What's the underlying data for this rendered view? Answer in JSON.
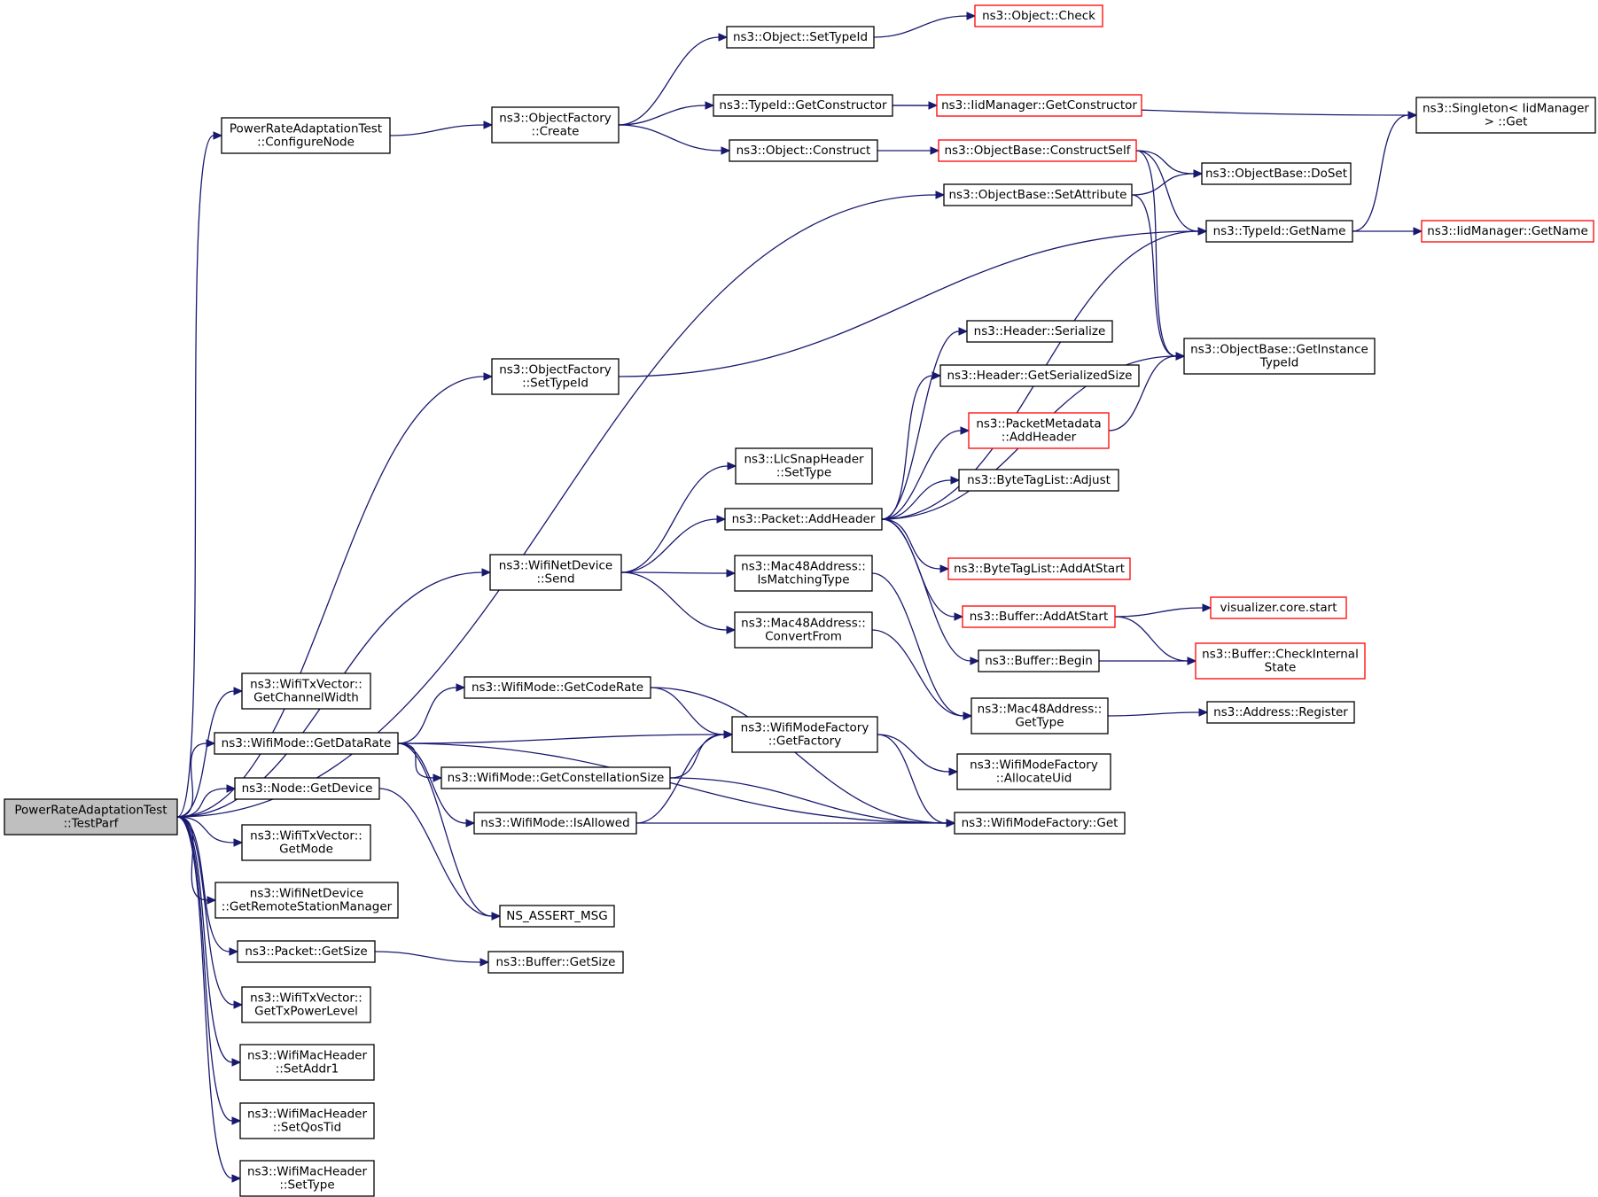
{
  "colors": {
    "edge": "#191970",
    "default_border": "#000000",
    "truncated_border": "#ff0000",
    "root_fill": "#bfbfbf"
  },
  "nodes": [
    {
      "id": "testparf",
      "lines": [
        "PowerRateAdaptationTest",
        "::TestParf"
      ],
      "style": "root"
    },
    {
      "id": "configurenode",
      "lines": [
        "PowerRateAdaptationTest",
        "::ConfigureNode"
      ],
      "style": "normal"
    },
    {
      "id": "objfactory_create",
      "lines": [
        "ns3::ObjectFactory",
        "::Create"
      ],
      "style": "normal"
    },
    {
      "id": "object_settypeid",
      "lines": [
        "ns3::Object::SetTypeId"
      ],
      "style": "normal"
    },
    {
      "id": "object_check",
      "lines": [
        "ns3::Object::Check"
      ],
      "style": "red"
    },
    {
      "id": "typeid_getconstructor",
      "lines": [
        "ns3::TypeId::GetConstructor"
      ],
      "style": "normal"
    },
    {
      "id": "iidmanager_getconstructor",
      "lines": [
        "ns3::IidManager::GetConstructor"
      ],
      "style": "red"
    },
    {
      "id": "singleton_get",
      "lines": [
        "ns3::Singleton< IidManager",
        "> ::Get"
      ],
      "style": "normal"
    },
    {
      "id": "object_construct",
      "lines": [
        "ns3::Object::Construct"
      ],
      "style": "normal"
    },
    {
      "id": "objectbase_constructself",
      "lines": [
        "ns3::ObjectBase::ConstructSelf"
      ],
      "style": "red"
    },
    {
      "id": "objectbase_doset",
      "lines": [
        "ns3::ObjectBase::DoSet"
      ],
      "style": "normal"
    },
    {
      "id": "objectbase_setattribute",
      "lines": [
        "ns3::ObjectBase::SetAttribute"
      ],
      "style": "normal"
    },
    {
      "id": "typeid_getname",
      "lines": [
        "ns3::TypeId::GetName"
      ],
      "style": "normal"
    },
    {
      "id": "iidmanager_getname",
      "lines": [
        "ns3::IidManager::GetName"
      ],
      "style": "red"
    },
    {
      "id": "objectbase_getinstancetypeid",
      "lines": [
        "ns3::ObjectBase::GetInstance",
        "TypeId"
      ],
      "style": "normal"
    },
    {
      "id": "header_serialize",
      "lines": [
        "ns3::Header::Serialize"
      ],
      "style": "normal"
    },
    {
      "id": "header_getserializedsize",
      "lines": [
        "ns3::Header::GetSerializedSize"
      ],
      "style": "normal"
    },
    {
      "id": "objfactory_settypeid",
      "lines": [
        "ns3::ObjectFactory",
        "::SetTypeId"
      ],
      "style": "normal"
    },
    {
      "id": "packetmetadata_addheader",
      "lines": [
        "ns3::PacketMetadata",
        "::AddHeader"
      ],
      "style": "red"
    },
    {
      "id": "llcsnapheader_settype",
      "lines": [
        "ns3::LlcSnapHeader",
        "::SetType"
      ],
      "style": "normal"
    },
    {
      "id": "bytetaglist_adjust",
      "lines": [
        "ns3::ByteTagList::Adjust"
      ],
      "style": "normal"
    },
    {
      "id": "packet_addheader",
      "lines": [
        "ns3::Packet::AddHeader"
      ],
      "style": "normal"
    },
    {
      "id": "wifinetdevice_send",
      "lines": [
        "ns3::WifiNetDevice",
        "::Send"
      ],
      "style": "normal"
    },
    {
      "id": "mac48_ismatchingtype",
      "lines": [
        "ns3::Mac48Address::",
        "IsMatchingType"
      ],
      "style": "normal"
    },
    {
      "id": "bytetaglist_addatstart",
      "lines": [
        "ns3::ByteTagList::AddAtStart"
      ],
      "style": "red"
    },
    {
      "id": "buffer_addatstart",
      "lines": [
        "ns3::Buffer::AddAtStart"
      ],
      "style": "red"
    },
    {
      "id": "visualizer_core_start",
      "lines": [
        "visualizer.core.start"
      ],
      "style": "red"
    },
    {
      "id": "mac48_convertfrom",
      "lines": [
        "ns3::Mac48Address::",
        "ConvertFrom"
      ],
      "style": "normal"
    },
    {
      "id": "buffer_checkinternalstate",
      "lines": [
        "ns3::Buffer::CheckInternal",
        "State"
      ],
      "style": "red"
    },
    {
      "id": "buffer_begin",
      "lines": [
        "ns3::Buffer::Begin"
      ],
      "style": "normal"
    },
    {
      "id": "wifitxvector_getchannelwidth",
      "lines": [
        "ns3::WifiTxVector::",
        "GetChannelWidth"
      ],
      "style": "normal"
    },
    {
      "id": "wifimode_getcoderate",
      "lines": [
        "ns3::WifiMode::GetCodeRate"
      ],
      "style": "normal"
    },
    {
      "id": "mac48_gettype",
      "lines": [
        "ns3::Mac48Address::",
        "GetType"
      ],
      "style": "normal"
    },
    {
      "id": "address_register",
      "lines": [
        "ns3::Address::Register"
      ],
      "style": "normal"
    },
    {
      "id": "wifimodefactory_getfactory",
      "lines": [
        "ns3::WifiModeFactory",
        "::GetFactory"
      ],
      "style": "normal"
    },
    {
      "id": "wifimode_getdatarate",
      "lines": [
        "ns3::WifiMode::GetDataRate"
      ],
      "style": "normal"
    },
    {
      "id": "wifimodefactory_allocateuid",
      "lines": [
        "ns3::WifiModeFactory",
        "::AllocateUid"
      ],
      "style": "normal"
    },
    {
      "id": "wifimode_getconstellationsize",
      "lines": [
        "ns3::WifiMode::GetConstellationSize"
      ],
      "style": "normal"
    },
    {
      "id": "node_getdevice",
      "lines": [
        "ns3::Node::GetDevice"
      ],
      "style": "normal"
    },
    {
      "id": "wifimode_isallowed",
      "lines": [
        "ns3::WifiMode::IsAllowed"
      ],
      "style": "normal"
    },
    {
      "id": "wifimodefactory_get",
      "lines": [
        "ns3::WifiModeFactory::Get"
      ],
      "style": "normal"
    },
    {
      "id": "wifitxvector_getmode",
      "lines": [
        "ns3::WifiTxVector::",
        "GetMode"
      ],
      "style": "normal"
    },
    {
      "id": "wifinetdevice_getremotestationmanager",
      "lines": [
        "ns3::WifiNetDevice",
        "::GetRemoteStationManager"
      ],
      "style": "normal"
    },
    {
      "id": "ns_assert_msg",
      "lines": [
        "NS_ASSERT_MSG"
      ],
      "style": "normal"
    },
    {
      "id": "packet_getsize",
      "lines": [
        "ns3::Packet::GetSize"
      ],
      "style": "normal"
    },
    {
      "id": "buffer_getsize",
      "lines": [
        "ns3::Buffer::GetSize"
      ],
      "style": "normal"
    },
    {
      "id": "wifitxvector_gettxpowerlevel",
      "lines": [
        "ns3::WifiTxVector::",
        "GetTxPowerLevel"
      ],
      "style": "normal"
    },
    {
      "id": "wifimacheader_setaddr1",
      "lines": [
        "ns3::WifiMacHeader",
        "::SetAddr1"
      ],
      "style": "normal"
    },
    {
      "id": "wifimacheader_setqostid",
      "lines": [
        "ns3::WifiMacHeader",
        "::SetQosTid"
      ],
      "style": "normal"
    },
    {
      "id": "wifimacheader_settype",
      "lines": [
        "ns3::WifiMacHeader",
        "::SetType"
      ],
      "style": "normal"
    }
  ],
  "edges": [
    [
      "testparf",
      "configurenode"
    ],
    [
      "testparf",
      "objectbase_setattribute"
    ],
    [
      "testparf",
      "objfactory_settypeid"
    ],
    [
      "testparf",
      "wifinetdevice_send"
    ],
    [
      "testparf",
      "wifitxvector_getchannelwidth"
    ],
    [
      "testparf",
      "wifimode_getdatarate"
    ],
    [
      "testparf",
      "node_getdevice"
    ],
    [
      "testparf",
      "wifitxvector_getmode"
    ],
    [
      "testparf",
      "wifinetdevice_getremotestationmanager"
    ],
    [
      "testparf",
      "packet_getsize"
    ],
    [
      "testparf",
      "wifitxvector_gettxpowerlevel"
    ],
    [
      "testparf",
      "wifimacheader_setaddr1"
    ],
    [
      "testparf",
      "wifimacheader_setqostid"
    ],
    [
      "testparf",
      "wifimacheader_settype"
    ],
    [
      "configurenode",
      "objfactory_create"
    ],
    [
      "objfactory_create",
      "object_settypeid"
    ],
    [
      "objfactory_create",
      "typeid_getconstructor"
    ],
    [
      "objfactory_create",
      "object_construct"
    ],
    [
      "object_settypeid",
      "object_check"
    ],
    [
      "typeid_getconstructor",
      "iidmanager_getconstructor"
    ],
    [
      "typeid_getconstructor",
      "singleton_get"
    ],
    [
      "object_construct",
      "objectbase_constructself"
    ],
    [
      "objectbase_constructself",
      "objectbase_doset"
    ],
    [
      "objectbase_constructself",
      "typeid_getname"
    ],
    [
      "objectbase_constructself",
      "objectbase_getinstancetypeid"
    ],
    [
      "objectbase_setattribute",
      "objectbase_doset"
    ],
    [
      "objectbase_setattribute",
      "objectbase_getinstancetypeid"
    ],
    [
      "typeid_getname",
      "singleton_get"
    ],
    [
      "typeid_getname",
      "iidmanager_getname"
    ],
    [
      "objfactory_settypeid",
      "typeid_getname"
    ],
    [
      "wifinetdevice_send",
      "llcsnapheader_settype"
    ],
    [
      "wifinetdevice_send",
      "packet_addheader"
    ],
    [
      "wifinetdevice_send",
      "mac48_ismatchingtype"
    ],
    [
      "wifinetdevice_send",
      "mac48_convertfrom"
    ],
    [
      "packet_addheader",
      "typeid_getname"
    ],
    [
      "packet_addheader",
      "header_serialize"
    ],
    [
      "packet_addheader",
      "header_getserializedsize"
    ],
    [
      "packet_addheader",
      "packetmetadata_addheader"
    ],
    [
      "packet_addheader",
      "bytetaglist_adjust"
    ],
    [
      "packet_addheader",
      "objectbase_getinstancetypeid"
    ],
    [
      "packet_addheader",
      "bytetaglist_addatstart"
    ],
    [
      "packet_addheader",
      "buffer_addatstart"
    ],
    [
      "packet_addheader",
      "buffer_begin"
    ],
    [
      "packetmetadata_addheader",
      "objectbase_getinstancetypeid"
    ],
    [
      "buffer_addatstart",
      "visualizer_core_start"
    ],
    [
      "buffer_addatstart",
      "buffer_checkinternalstate"
    ],
    [
      "buffer_begin",
      "buffer_checkinternalstate"
    ],
    [
      "mac48_ismatchingtype",
      "mac48_gettype"
    ],
    [
      "mac48_convertfrom",
      "mac48_gettype"
    ],
    [
      "mac48_gettype",
      "address_register"
    ],
    [
      "wifimode_getdatarate",
      "wifimode_getcoderate"
    ],
    [
      "wifimode_getdatarate",
      "wifimodefactory_getfactory"
    ],
    [
      "wifimode_getdatarate",
      "wifimode_getconstellationsize"
    ],
    [
      "wifimode_getdatarate",
      "wifimode_isallowed"
    ],
    [
      "wifimode_getdatarate",
      "wifimodefactory_get"
    ],
    [
      "wifimode_getdatarate",
      "ns_assert_msg"
    ],
    [
      "wifimode_getcoderate",
      "wifimodefactory_getfactory"
    ],
    [
      "wifimode_getcoderate",
      "wifimodefactory_get"
    ],
    [
      "wifimode_getconstellationsize",
      "wifimodefactory_getfactory"
    ],
    [
      "wifimode_getconstellationsize",
      "wifimodefactory_get"
    ],
    [
      "wifimode_isallowed",
      "wifimodefactory_getfactory"
    ],
    [
      "wifimode_isallowed",
      "wifimodefactory_get"
    ],
    [
      "wifimodefactory_getfactory",
      "wifimodefactory_allocateuid"
    ],
    [
      "wifimodefactory_getfactory",
      "wifimodefactory_get"
    ],
    [
      "node_getdevice",
      "ns_assert_msg"
    ],
    [
      "packet_getsize",
      "buffer_getsize"
    ]
  ]
}
